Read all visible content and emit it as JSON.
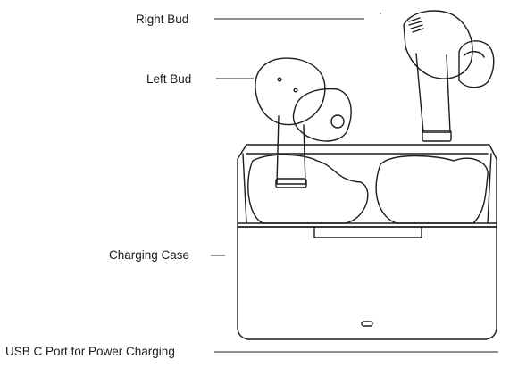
{
  "labels": {
    "right_bud": "Right Bud",
    "left_bud": "Left Bud",
    "charging_case": "Charging Case",
    "usb_port": "USB C Port for Power Charging"
  }
}
